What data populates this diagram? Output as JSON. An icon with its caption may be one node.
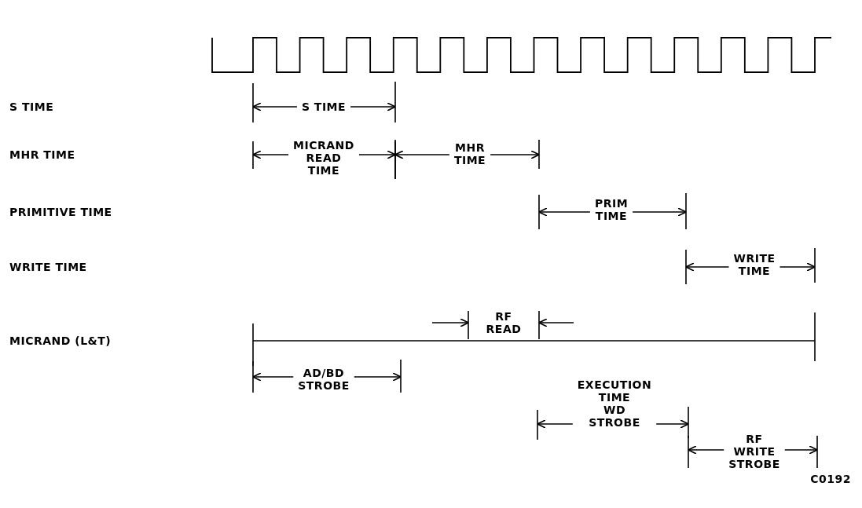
{
  "diagram": {
    "labels": [
      "S TIME",
      "S TIME",
      "MHR TIME",
      "MICRAND READ TIME",
      "MHR TIME",
      "PRIMITIVE TIME",
      "PRIM TIME",
      "WRITE TIME",
      "WRITE TIME",
      "RF READ",
      "MICRAND (L&T)",
      "AD/BD STROBE",
      "EXECUTION TIME WD STROBE",
      "RF WRITE STROBE",
      "C0192"
    ]
  }
}
